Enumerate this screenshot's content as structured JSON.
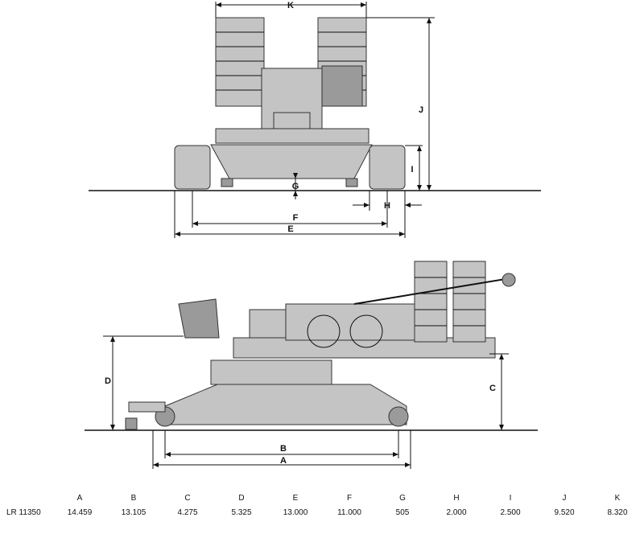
{
  "labels": {
    "A": "A",
    "B": "B",
    "C": "C",
    "D": "D",
    "E": "E",
    "F": "F",
    "G": "G",
    "H": "H",
    "I": "I",
    "J": "J",
    "K": "K"
  },
  "table": {
    "model": "LR 11350",
    "columns": [
      "A",
      "B",
      "C",
      "D",
      "E",
      "F",
      "G",
      "H",
      "I",
      "J",
      "K"
    ],
    "values": [
      "14.459",
      "13.105",
      "4.275",
      "5.325",
      "13.000",
      "11.000",
      "505",
      "2.000",
      "2.500",
      "9.520",
      "8.320"
    ]
  }
}
